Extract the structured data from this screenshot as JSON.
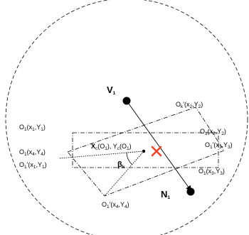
{
  "labels": {
    "v1": "V",
    "v1_sub": "1",
    "n1": "N",
    "n1_sub": "1",
    "center_x": "X",
    "center_x_sub": "c",
    "center_x_arg": "(O",
    "center_x_arg_sub": "1",
    "center_x_arg_end": "),",
    "center_y": " Y",
    "center_y_sub": "c",
    "center_y_arg": "(O",
    "center_y_arg_sub": "1",
    "center_y_arg_end": ")",
    "beta": "β",
    "beta_sub": "k",
    "o1_tl": "O",
    "o1_tl_sub": "1",
    "o1_tl_coord": "(x",
    "o1_tl_c1": "1",
    "o1_tl_mid": ",Y",
    "o1_tl_c2": "1",
    "o1_tl_end": ")",
    "o1_tr": "O",
    "o1_tr_sub": "1",
    "o1_tr_coord": "(x",
    "o1_tr_c1": "2",
    "o1_tr_mid": ",Y",
    "o1_tr_c2": "2",
    "o1_tr_end": ")",
    "o1_br": "O",
    "o1_br_sub": "1",
    "o1_br_coord": "(x",
    "o1_br_c1": "3",
    "o1_br_mid": ",Y",
    "o1_br_c2": "3",
    "o1_br_end": ")",
    "o1_bl": "O",
    "o1_bl_sub": "1",
    "o1_bl_coord": "(x",
    "o1_bl_c1": "4",
    "o1_bl_mid": ",Y",
    "o1_bl_c2": "4",
    "o1_bl_end": ")",
    "ok_p2": "O",
    "ok_p2_sub": "k",
    "ok_p2_prime": "'",
    "ok_p2_coord": "(x",
    "ok_p2_c1": "2",
    "ok_p2_mid": ",Y",
    "ok_p2_c2": "2",
    "ok_p2_end": ")",
    "o1p_p3": "O",
    "o1p_p3_sub": "1",
    "o1p_p3_prime": "'",
    "o1p_p3_coord": "(x",
    "o1p_p3_c1": "3",
    "o1p_p3_mid": ",Y",
    "o1p_p3_c2": "3",
    "o1p_p3_end": ")",
    "o1p_p1": "O",
    "o1p_p1_sub": "1",
    "o1p_p1_prime": "'",
    "o1p_p1_coord": "(x",
    "o1p_p1_c1": "1",
    "o1p_p1_mid": ",Y",
    "o1p_p1_c2": "1",
    "o1p_p1_end": ")",
    "o1p_p4": "O",
    "o1p_p4_sub": "1",
    "o1p_p4_prime": "'",
    "o1p_p4_coord": "(x",
    "o1p_p4_c1": "4",
    "o1p_p4_mid": ",Y",
    "o1p_p4_c2": "4",
    "o1p_p4_end": ")"
  },
  "colors": {
    "stroke": "#000000",
    "marker": "#e8452b",
    "background": "#ffffff"
  }
}
